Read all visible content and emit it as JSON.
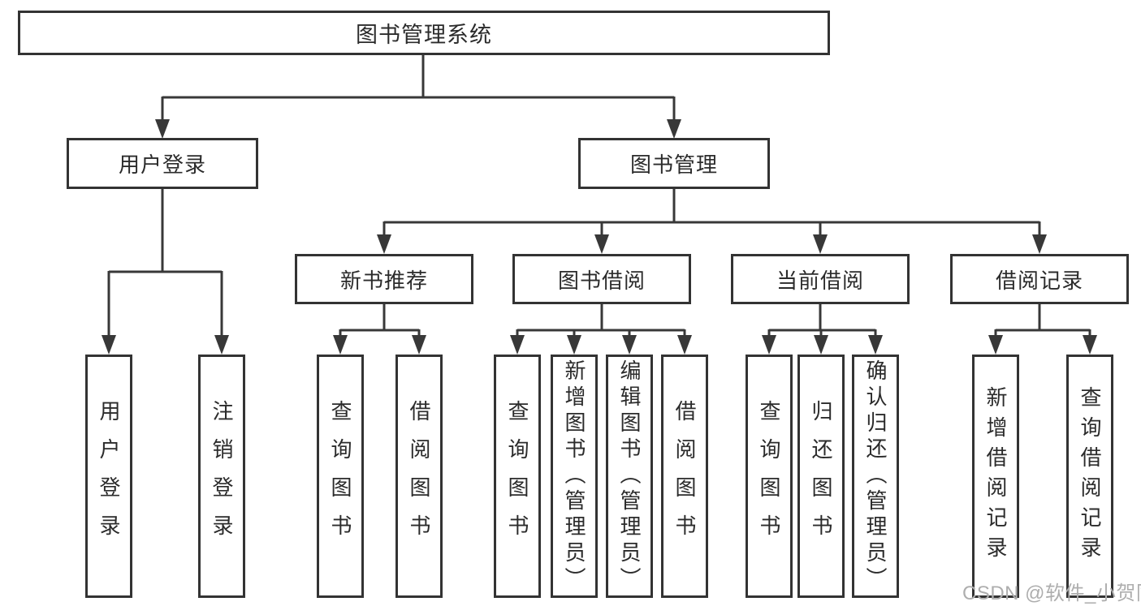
{
  "diagram": {
    "root": {
      "label": "图书管理系统"
    },
    "level2": {
      "user_login": {
        "label": "用户登录"
      },
      "book_mgmt": {
        "label": "图书管理"
      }
    },
    "level3": {
      "new_book_rec": {
        "label": "新书推荐"
      },
      "book_borrow": {
        "label": "图书借阅"
      },
      "current_borrow": {
        "label": "当前借阅"
      },
      "borrow_records": {
        "label": "借阅记录"
      }
    },
    "leaves": {
      "user_login": {
        "label": "用户登录"
      },
      "logout": {
        "label": "注销登录"
      },
      "query_book_rec": {
        "label": "查询图书"
      },
      "borrow_book_rec": {
        "label": "借阅图书"
      },
      "query_book_borrow": {
        "label": "查询图书"
      },
      "add_book_admin": {
        "label": "新增图书（管理员）"
      },
      "edit_book_admin": {
        "label": "编辑图书（管理员）"
      },
      "borrow_book_borrow": {
        "label": "借阅图书"
      },
      "query_book_current": {
        "label": "查询图书"
      },
      "return_book": {
        "label": "归还图书"
      },
      "confirm_return_admin": {
        "label": "确认归还（管理员）"
      },
      "add_borrow_record": {
        "label": "新增借阅记录"
      },
      "query_borrow_record": {
        "label": "查询借阅记录"
      }
    }
  },
  "colors": {
    "line": "#383838",
    "border": "#333333",
    "text": "#2b2b2b",
    "watermark": "#aeaeae"
  },
  "watermark": {
    "text": "CSDN @软件_小贺同学"
  }
}
